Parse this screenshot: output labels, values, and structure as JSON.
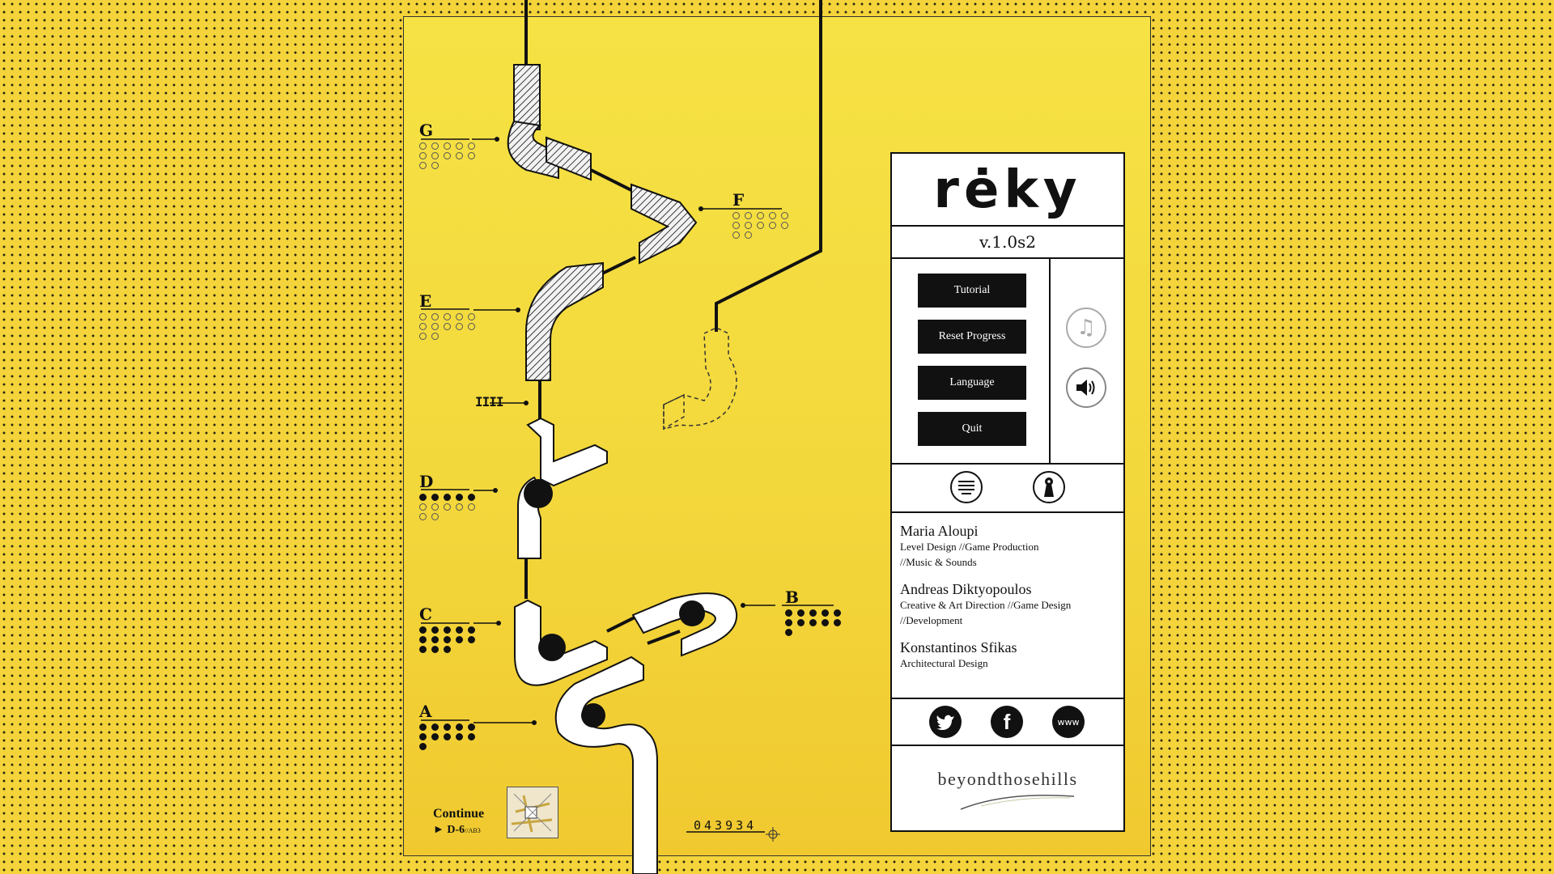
{
  "game": {
    "title": "rėky",
    "version": "v.1.0s2"
  },
  "menu": {
    "buttons": [
      {
        "label": "Tutorial"
      },
      {
        "label": "Reset Progress"
      },
      {
        "label": "Language"
      },
      {
        "label": "Quit"
      }
    ],
    "audio": {
      "music_icon": "music-note-icon",
      "sound_icon": "speaker-icon"
    },
    "tools": {
      "list_icon": "list-icon",
      "info_icon": "keyhole-icon"
    }
  },
  "credits": [
    {
      "name": "Maria Aloupi",
      "role_line1": "Level Design //Game Production",
      "role_line2": "//Music & Sounds"
    },
    {
      "name": "Andreas Diktyopoulos",
      "role_line1": "Creative & Art Direction //Game Design",
      "role_line2": "//Development"
    },
    {
      "name": "Konstantinos Sfikas",
      "role_line1": "Architectural Design",
      "role_line2": ""
    }
  ],
  "social": {
    "twitter_icon": "twitter-icon",
    "facebook_icon": "facebook-icon",
    "web_label": "www"
  },
  "studio": "beyondthosehills",
  "stages": [
    {
      "label": "A",
      "filled": 11,
      "total": 11
    },
    {
      "label": "B",
      "filled": 11,
      "total": 11
    },
    {
      "label": "C",
      "filled": 13,
      "total": 13
    },
    {
      "label": "D",
      "filled": 5,
      "total": 12
    },
    {
      "label": "E",
      "filled": 0,
      "total": 12
    },
    {
      "label": "F",
      "filled": 0,
      "total": 12
    },
    {
      "label": "G",
      "filled": 0,
      "total": 12
    }
  ],
  "continue": {
    "label": "Continue",
    "level": "► D-6",
    "suffix": "//AB3"
  },
  "score": "043934",
  "colors": {
    "background": "#f4d43a",
    "ink": "#111111",
    "panel": "#ffffff"
  }
}
